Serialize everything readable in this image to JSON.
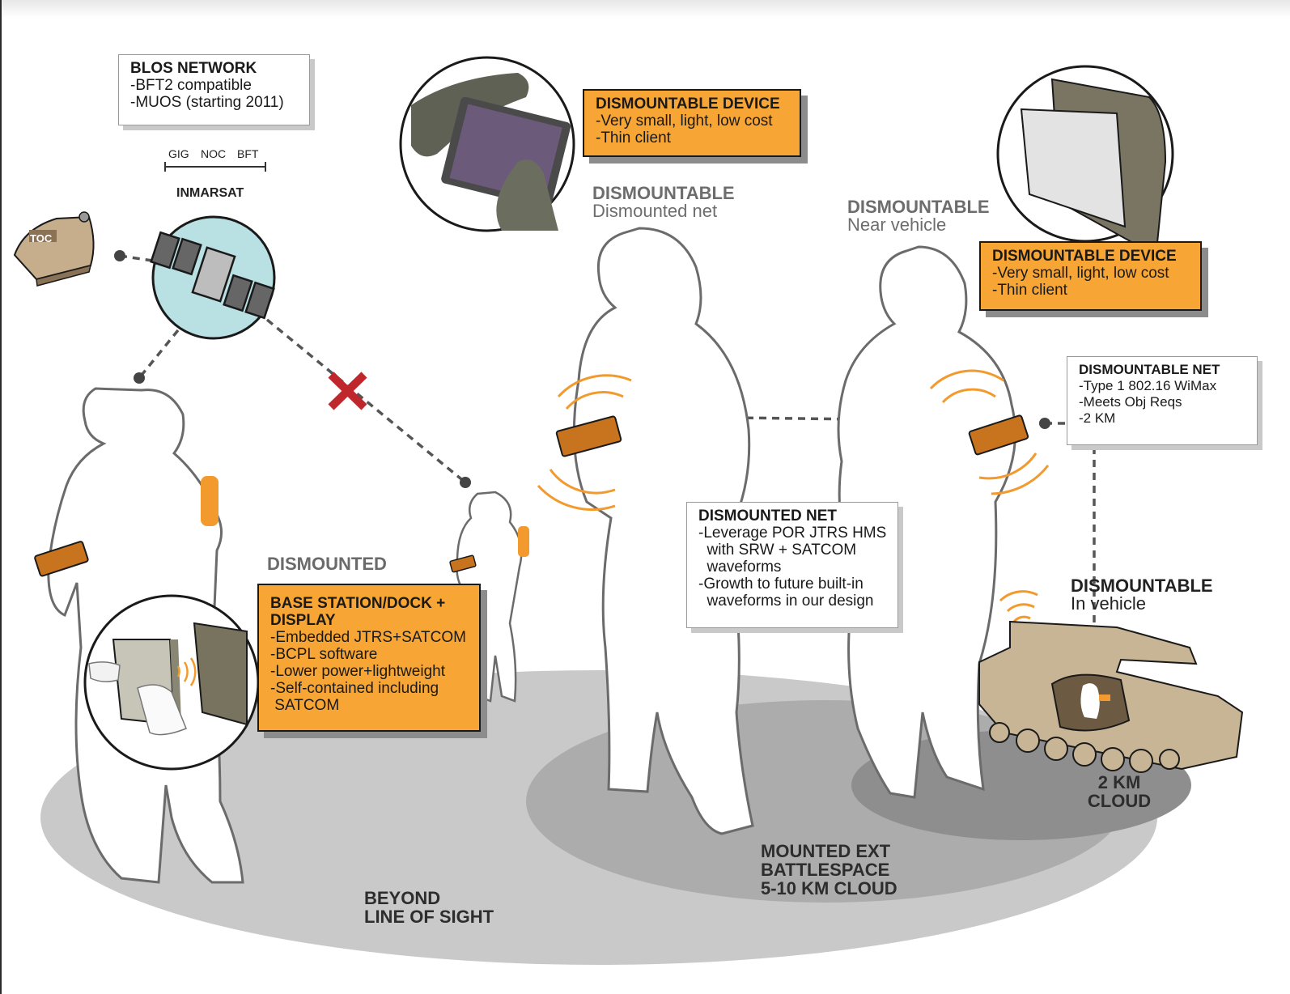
{
  "blos_network": {
    "title": "BLOS NETWORK",
    "lines": [
      "-BFT2 compatible",
      "-MUOS (starting 2011)"
    ]
  },
  "satellite_group": {
    "items": [
      "GIG",
      "NOC",
      "BFT"
    ],
    "label": "INMARSAT"
  },
  "toc_label": "TOC",
  "dismountable_device_top": {
    "title": "DISMOUNTABLE DEVICE",
    "lines": [
      "-Very small, light, low cost",
      "-Thin client"
    ]
  },
  "dismountable_device_right": {
    "title": "DISMOUNTABLE DEVICE",
    "lines": [
      "-Very small, light, low cost",
      "-Thin client"
    ]
  },
  "dismountable_dismounted_net": {
    "title": "DISMOUNTABLE",
    "subtitle": "Dismounted net"
  },
  "dismountable_near_vehicle": {
    "title": "DISMOUNTABLE",
    "subtitle": "Near vehicle"
  },
  "dismountable_in_vehicle": {
    "title": "DISMOUNTABLE",
    "subtitle": "In vehicle"
  },
  "dismountable_net": {
    "title": "DISMOUNTABLE NET",
    "lines": [
      "-Type 1 802.16 WiMax",
      "-Meets Obj Reqs",
      "-2 KM"
    ]
  },
  "dismounted_net": {
    "title": "DISMOUNTED NET",
    "lines": [
      "-Leverage POR JTRS HMS",
      "  with SRW + SATCOM",
      "  waveforms",
      "-Growth to future built-in",
      "  waveforms in our design"
    ]
  },
  "dismounted_label": "DISMOUNTED",
  "base_station": {
    "title_lines": [
      "BASE STATION/DOCK +",
      "DISPLAY"
    ],
    "lines": [
      "-Embedded JTRS+SATCOM",
      "-BCPL software",
      "-Lower power+lightweight",
      "-Self-contained including",
      " SATCOM"
    ]
  },
  "zones": {
    "cloud_2km": [
      "2 KM",
      "CLOUD"
    ],
    "mounted_ext": [
      "MOUNTED EXT",
      "BATTLESPACE",
      "5-10 KM CLOUD"
    ],
    "beyond_los": [
      "BEYOND",
      "LINE OF SIGHT"
    ]
  },
  "colors": {
    "orange_box": "#f7a534",
    "device_orange": "#c8741f",
    "signal_orange": "#f29a2e",
    "ground_outer": "#c9c9ca",
    "ground_mid": "#acacad",
    "ground_inner": "#8e8e8f",
    "satellite_bg": "#b9e0e3",
    "vehicle_tan": "#c8b596",
    "cross_red": "#c0272d"
  },
  "icons": [
    "satellite-icon",
    "tent-icon",
    "soldier-silhouette",
    "handheld-device-icon",
    "vehicle-icon",
    "cross-icon",
    "signal-waves-icon"
  ]
}
